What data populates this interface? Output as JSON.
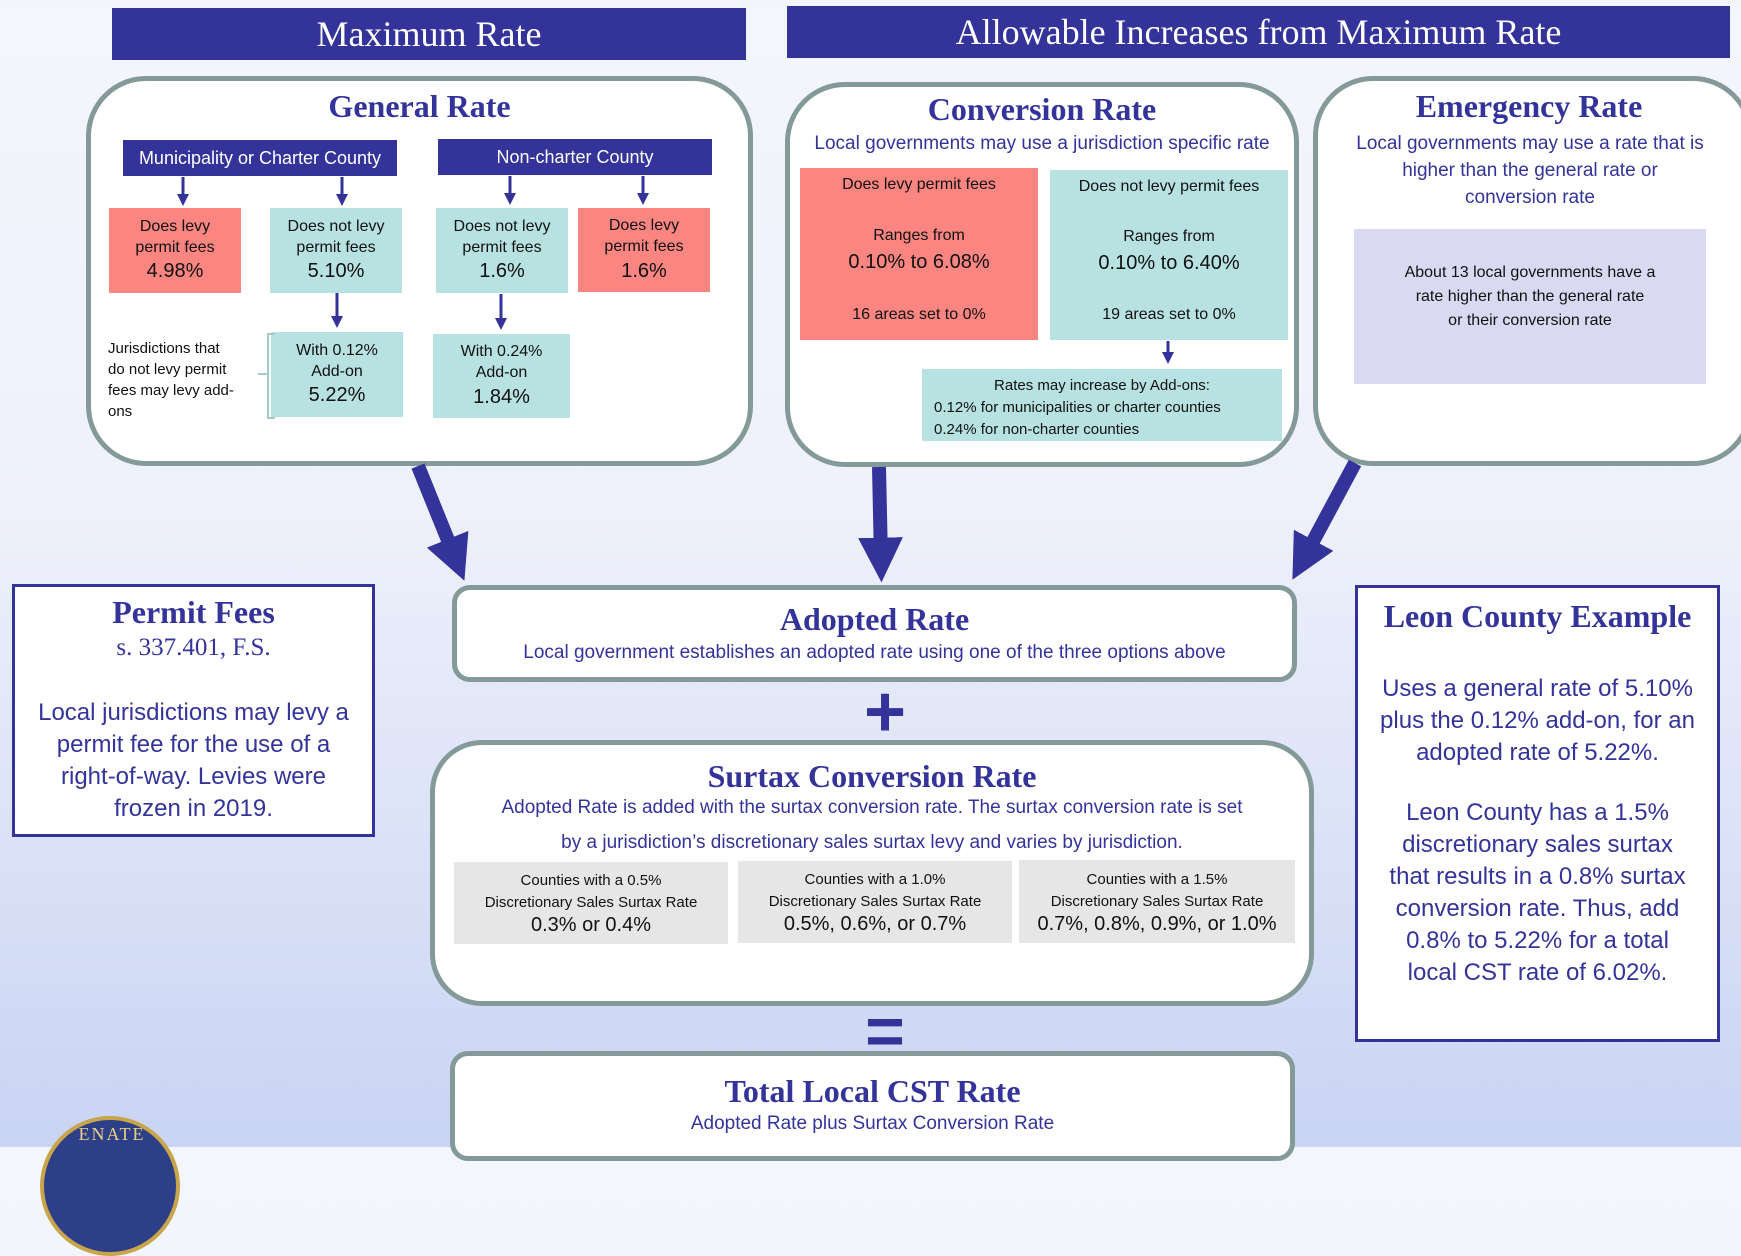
{
  "banners": {
    "maximum": "Maximum Rate",
    "allowable": "Allowable Increases from Maximum Rate"
  },
  "general": {
    "title": "General Rate",
    "muni_header": "Municipality or Charter County",
    "noncharter_header": "Non-charter County",
    "muni_levy": {
      "line1": "Does levy",
      "line2": "permit fees",
      "rate": "4.98%"
    },
    "muni_nolevy": {
      "line1": "Does not levy",
      "line2": "permit fees",
      "rate": "5.10%"
    },
    "nc_nolevy": {
      "line1": "Does not levy",
      "line2": "permit fees",
      "rate": "1.6%"
    },
    "nc_levy": {
      "line1": "Does levy",
      "line2": "permit fees",
      "rate": "1.6%"
    },
    "addon_muni": {
      "line1": "With 0.12%",
      "line2": "Add-on",
      "rate": "5.22%"
    },
    "addon_nc": {
      "line1": "With 0.24%",
      "line2": "Add-on",
      "rate": "1.84%"
    },
    "note": [
      "Jurisdictions that",
      "do not levy permit",
      "fees may levy add-",
      "ons"
    ]
  },
  "conversion": {
    "title": "Conversion Rate",
    "subtitle": "Local governments may use a jurisdiction specific rate",
    "levy": {
      "header": "Does levy permit fees",
      "range_label": "Ranges from",
      "range": "0.10% to 6.08%",
      "zero": "16 areas set to 0%"
    },
    "nolevy": {
      "header": "Does not levy permit fees",
      "range_label": "Ranges from",
      "range": "0.10% to 6.40%",
      "zero": "19 areas set to 0%"
    },
    "addons": [
      "Rates may increase by Add-ons:",
      "0.12% for municipalities or charter counties",
      "0.24% for non-charter counties"
    ]
  },
  "emergency": {
    "title": "Emergency Rate",
    "subtitle": [
      "Local governments may use a rate that is",
      "higher than the general rate or",
      "conversion rate"
    ],
    "note": [
      "About 13 local governments have a",
      "rate higher than the general rate",
      "or their conversion rate"
    ]
  },
  "permit": {
    "title": "Permit Fees",
    "statute": "s. 337.401, F.S.",
    "body": [
      "Local jurisdictions may levy a",
      "permit fee for the use of a",
      "right-of-way. Levies were",
      "frozen in 2019."
    ]
  },
  "adopted": {
    "title": "Adopted Rate",
    "subtitle": "Local government establishes an adopted rate using one of the three options above"
  },
  "operators": {
    "plus": "+",
    "equals": "="
  },
  "surtax": {
    "title": "Surtax Conversion Rate",
    "line1": "Adopted Rate is added with the surtax conversion rate. The surtax conversion rate is set",
    "line2": "by a jurisdiction’s discretionary sales surtax levy and varies by jurisdiction.",
    "cells": [
      {
        "line1": "Counties with a 0.5%",
        "line2": "Discretionary Sales Surtax Rate",
        "values": "0.3% or 0.4%"
      },
      {
        "line1": "Counties with a 1.0%",
        "line2": "Discretionary Sales Surtax Rate",
        "values": "0.5%, 0.6%, or 0.7%"
      },
      {
        "line1": "Counties with a 1.5%",
        "line2": "Discretionary Sales Surtax Rate",
        "values": "0.7%, 0.8%, 0.9%, or 1.0%"
      }
    ]
  },
  "leon": {
    "title": "Leon County Example",
    "para1": [
      "Uses a general rate of 5.10%",
      "plus the 0.12% add-on, for an",
      "adopted rate of 5.22%."
    ],
    "para2": [
      "Leon County has a 1.5%",
      "discretionary sales surtax",
      "that results in a 0.8% surtax",
      "conversion rate. Thus, add",
      "0.8% to 5.22% for a total",
      "local CST rate of 6.02%."
    ]
  },
  "total": {
    "title": "Total Local CST Rate",
    "subtitle": "Adopted Rate plus Surtax Conversion Rate"
  },
  "seal": {
    "text": "ENATE"
  },
  "colors": {
    "navy": "#33339a",
    "red_cell": "#fb8580",
    "teal_cell": "#b7e2e1",
    "grey_cell": "#e6e6e6",
    "lavender_cell": "#d9d9f2",
    "panel_border": "#839a98"
  }
}
